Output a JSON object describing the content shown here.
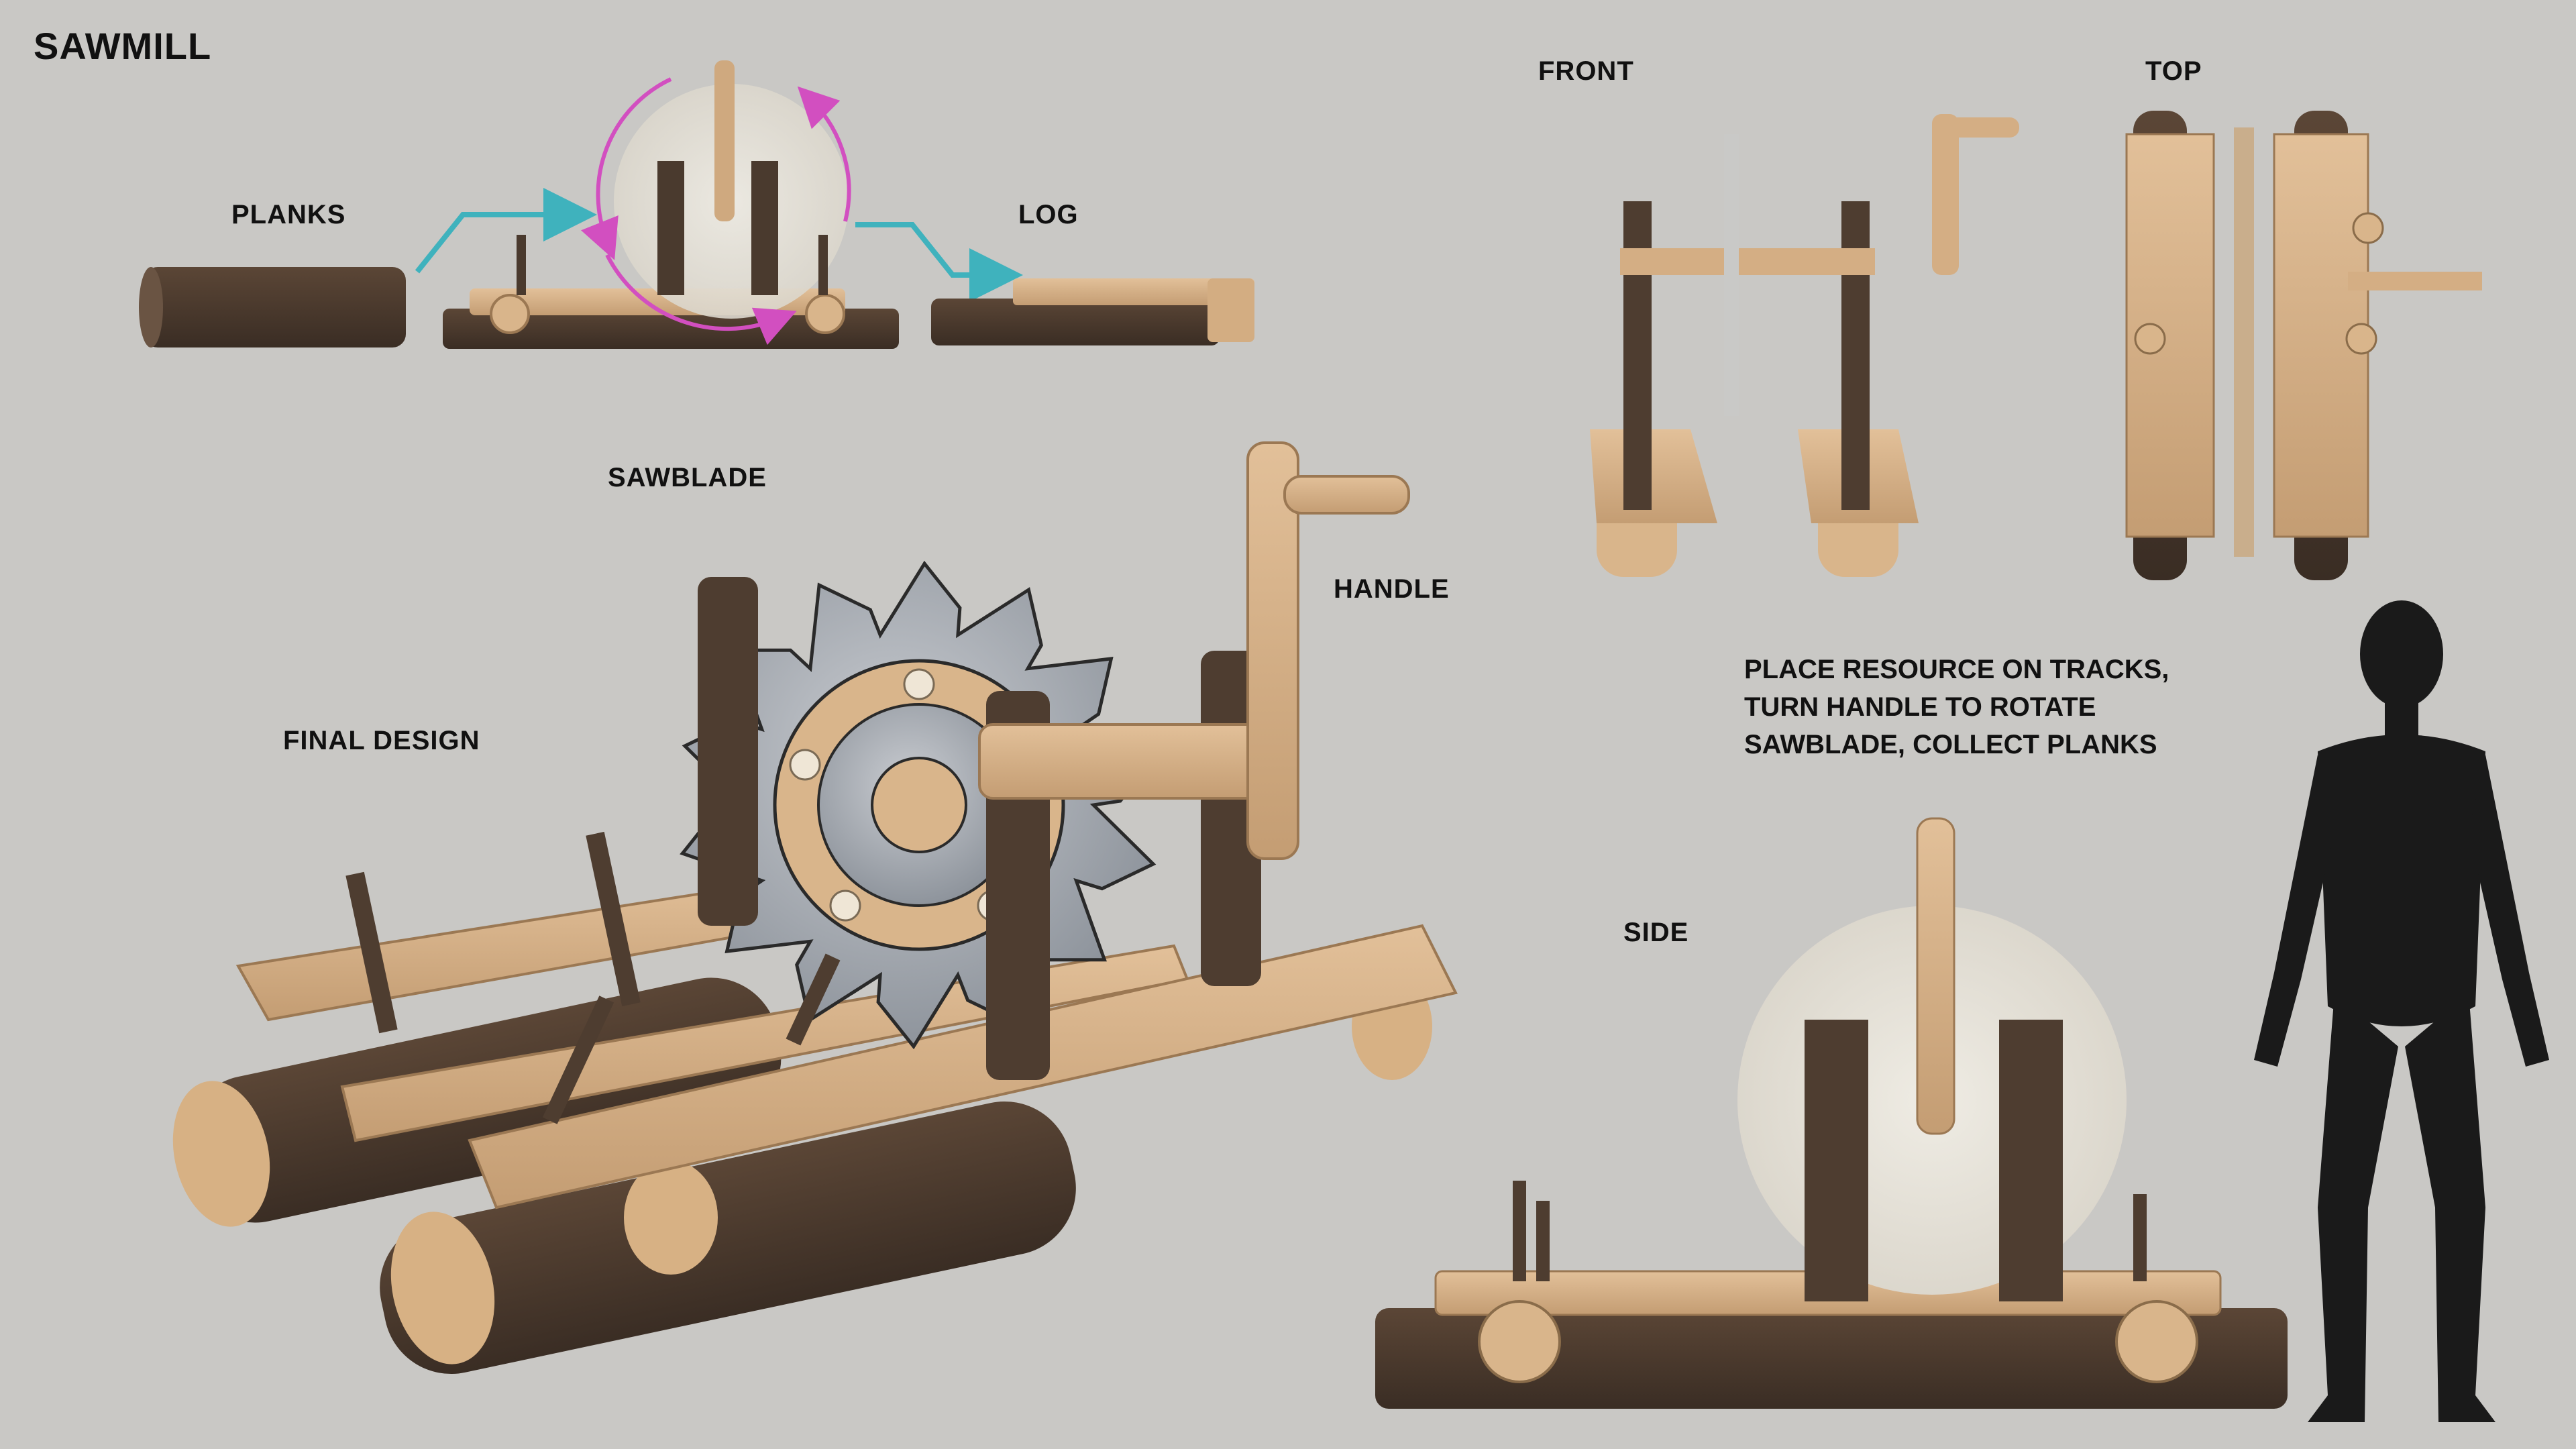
{
  "title": "SAWMILL",
  "labels": {
    "planks": "PLANKS",
    "log": "LOG",
    "sawblade": "SAWBLADE",
    "handle": "HANDLE",
    "final_design": "FINAL DESIGN",
    "front": "FRONT",
    "top": "TOP",
    "side": "SIDE"
  },
  "instructions": {
    "line1": "PLACE RESOURCE ON TRACKS,",
    "line2": "TURN HANDLE TO ROTATE",
    "line3": "SAWBLADE, COLLECT PLANKS"
  },
  "colors": {
    "background": "#c9c8c5",
    "wood_light": "#d8b48a",
    "wood_dark": "#4a3a2e",
    "blade": "#a9aeb5",
    "flow_arrow": "#3fb2bd",
    "rotation_arrow": "#d24fc0",
    "silhouette": "#1a1a1a"
  }
}
